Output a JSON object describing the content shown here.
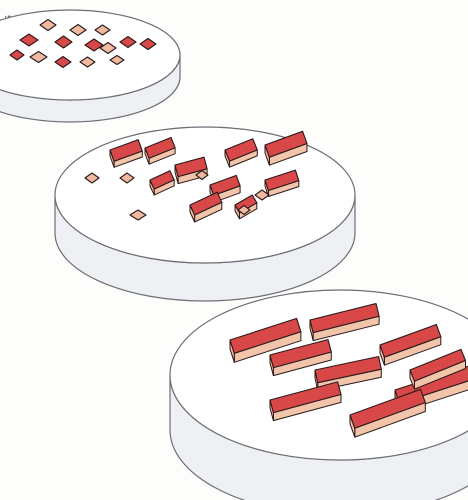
{
  "illustration": {
    "credit_text": "Elisa Fors",
    "colors": {
      "background": "#fdfdfc",
      "dish_top": "#ffffff",
      "dish_side": "#eef0f3",
      "dish_stroke": "#6b6f75",
      "crystal_top": "#d84848",
      "crystal_side": "#f2c4aa",
      "crystal_pale": "#f0b9a0",
      "crystal_stroke": "#2a1a1a"
    },
    "dishes": [
      {
        "name": "petri-dish-small-crystals",
        "crystal_shape": "small flat rhombi"
      },
      {
        "name": "petri-dish-medium-crystals",
        "crystal_shape": "short rectangular blocks"
      },
      {
        "name": "petri-dish-large-crystals",
        "crystal_shape": "long needle-like prisms"
      }
    ]
  }
}
